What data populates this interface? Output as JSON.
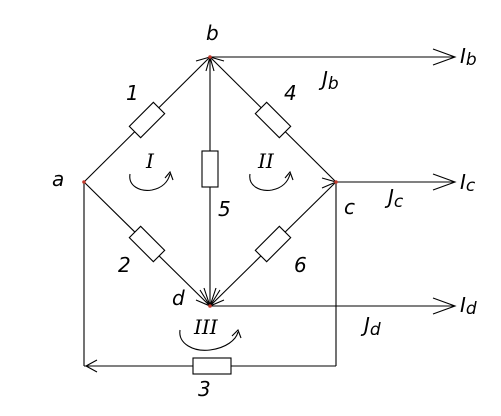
{
  "nodes": {
    "a": "a",
    "b": "b",
    "c": "c",
    "d": "d"
  },
  "resistors": {
    "r1": "1",
    "r2": "2",
    "r3": "3",
    "r4": "4",
    "r5": "5",
    "r6": "6"
  },
  "loops": {
    "loop1": "I",
    "loop2": "II",
    "loop3": "III"
  },
  "currents": {
    "ib": "I",
    "ib_sub": "b",
    "ic": "I",
    "ic_sub": "c",
    "id": "I",
    "id_sub": "d",
    "jb": "J",
    "jb_sub": "b",
    "jc": "J",
    "jc_sub": "c",
    "jd": "J",
    "jd_sub": "d"
  }
}
